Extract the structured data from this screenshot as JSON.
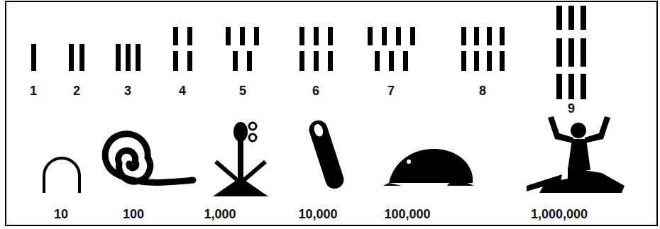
{
  "diagram": {
    "labels": [
      "1",
      "2",
      "3",
      "4",
      "5",
      "6",
      "7",
      "8",
      "9",
      "10",
      "100",
      "1,000",
      "10,000",
      "100,000",
      "1,000,000"
    ]
  }
}
